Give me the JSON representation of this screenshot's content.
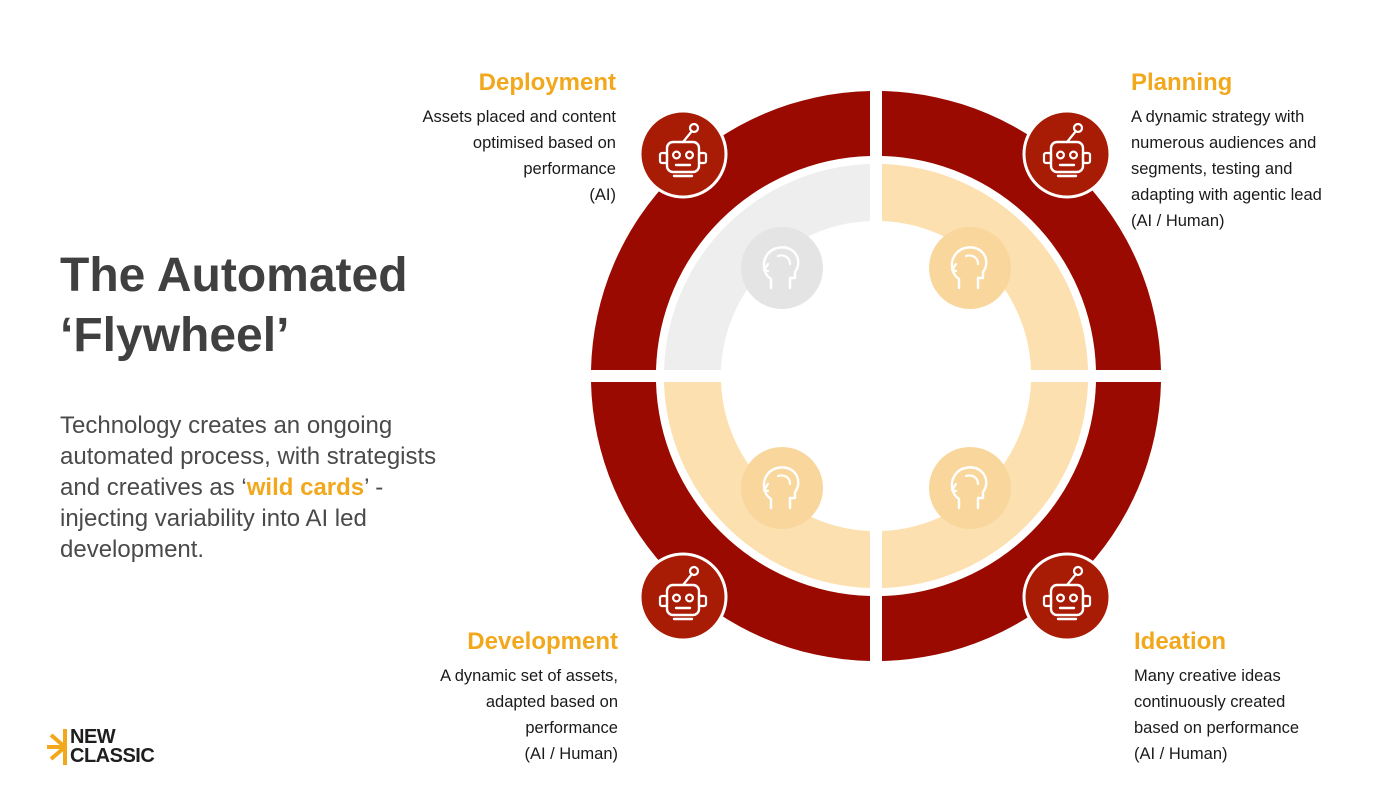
{
  "title": {
    "line1": "The Automated",
    "line2": "‘Flywheel’"
  },
  "description": {
    "before": "Technology creates an ongoing automated process, with strategists and creatives as ‘",
    "highlight": "wild cards",
    "after": "’ - injecting variability into AI led development."
  },
  "logo": {
    "line1": "NEW",
    "line2": "CLASSIC"
  },
  "phases": {
    "deployment": {
      "title": "Deployment",
      "lines": [
        "Assets placed and content",
        "optimised based on",
        "performance",
        "(AI)"
      ]
    },
    "planning": {
      "title": "Planning",
      "lines": [
        "A dynamic strategy with",
        "numerous audiences and",
        "segments, testing and",
        "adapting with agentic lead",
        "(AI / Human)"
      ]
    },
    "development": {
      "title": "Development",
      "lines": [
        "A dynamic set of assets,",
        "adapted based on",
        "performance",
        "(AI / Human)"
      ]
    },
    "ideation": {
      "title": "Ideation",
      "lines": [
        "Many creative ideas",
        "continuously created",
        "based on performance",
        "(AI / Human)"
      ]
    }
  },
  "diagram": {
    "outer_quadrants": [
      {
        "phase": "deployment",
        "icon": "robot-icon"
      },
      {
        "phase": "planning",
        "icon": "robot-icon"
      },
      {
        "phase": "development",
        "icon": "robot-icon"
      },
      {
        "phase": "ideation",
        "icon": "robot-icon"
      }
    ],
    "inner_quadrants": [
      {
        "phase": "deployment",
        "icon": "human-head-icon",
        "state": "inactive"
      },
      {
        "phase": "planning",
        "icon": "human-head-icon",
        "state": "active"
      },
      {
        "phase": "development",
        "icon": "human-head-icon",
        "state": "active"
      },
      {
        "phase": "ideation",
        "icon": "human-head-icon",
        "state": "active"
      }
    ]
  },
  "colors": {
    "outer_ring": "#9b0a00",
    "robot_circle": "#a81c06",
    "inner_active": "#fce0b0",
    "inner_inactive": "#eeeeee",
    "head_active_circle": "#f9d79c",
    "head_inactive_circle": "#e4e4e4",
    "accent": "#f2a81d",
    "title_text": "#404040"
  }
}
